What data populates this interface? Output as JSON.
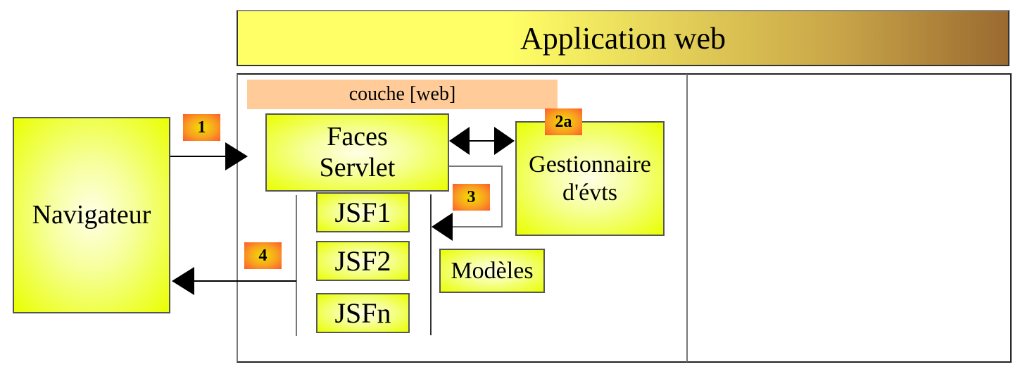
{
  "diagram": {
    "title": "Application web",
    "layer_label": "couche [web]",
    "components": {
      "browser": "Navigateur",
      "faces_servlet_line1": "Faces",
      "faces_servlet_line2": "Servlet",
      "event_handler_line1": "Gestionnaire",
      "event_handler_line2": "d'évts",
      "views": [
        "JSF1",
        "JSF2",
        "JSFn"
      ],
      "models": "Modèles"
    },
    "steps": {
      "step1": "1",
      "step2a": "2a",
      "step3": "3",
      "step4": "4"
    },
    "colors": {
      "box_fill": "#e9ff00",
      "layer_fill": "#ffcc99",
      "badge_fill": "#ff5a2a",
      "banner_start": "#ffff66",
      "banner_end": "#9a6a30"
    }
  }
}
